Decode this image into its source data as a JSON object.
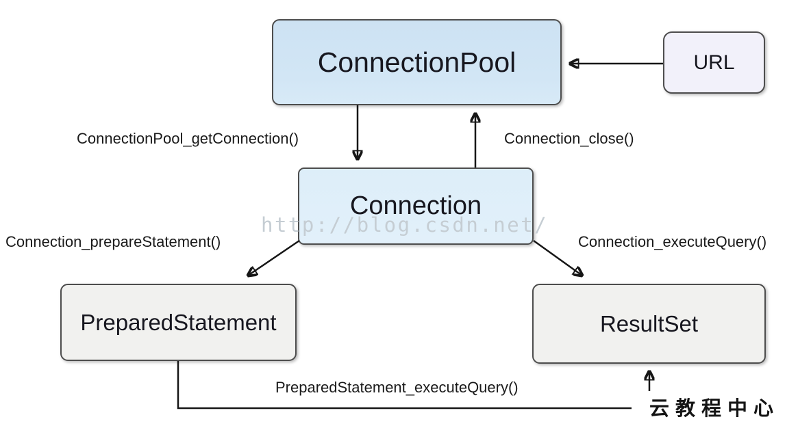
{
  "diagram": {
    "nodes": {
      "connection_pool": {
        "label": "ConnectionPool"
      },
      "url": {
        "label": "URL"
      },
      "connection": {
        "label": "Connection"
      },
      "prepared_statement": {
        "label": "PreparedStatement"
      },
      "result_set": {
        "label": "ResultSet"
      }
    },
    "edge_labels": {
      "get_connection": "ConnectionPool_getConnection()",
      "close": "Connection_close()",
      "prepare_statement": "Connection_prepareStatement()",
      "execute_query": "Connection_executeQuery()",
      "prepared_execute_query": "PreparedStatement_executeQuery()"
    },
    "watermark": "http://blog.csdn.net/",
    "brand": "云教程中心",
    "colors": {
      "node_blue": "#d2e6f5",
      "node_blue_light": "#e0effa",
      "node_gray": "#f1f1ef",
      "node_lavender": "#f2f1fa",
      "border": "#4d4d4d",
      "arrow": "#161616",
      "label_text": "#1a1a1a",
      "watermark_text": "#c5cdd3",
      "background": "#ffffff"
    }
  }
}
